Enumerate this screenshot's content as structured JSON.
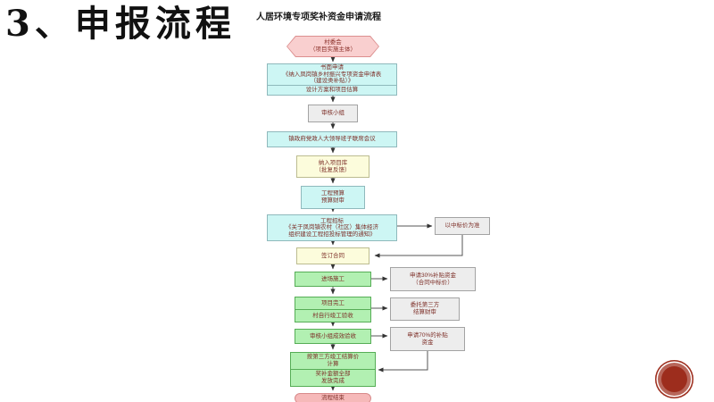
{
  "slide": {
    "heading": "3、申报流程",
    "diagram_title": "人居环境专项奖补资金申请流程"
  },
  "colors": {
    "start_pink": "#f9cfcf",
    "process_cyan": "#cdf6f4",
    "process_green": "#b2f0b2",
    "process_yellow": "#fcfcdc",
    "note_gray": "#ededed",
    "terminator_pink": "#f6b9b9",
    "text_dark_red": "#7d2f28",
    "seal_red": "#9d2d1d"
  },
  "nodes": {
    "village_committee": {
      "l1": "村委会",
      "l2": "（项目实施主体）"
    },
    "written_application": {
      "l1": "书面申请",
      "l2": "《纳入凤岗镇乡村振兴专项资金申请表",
      "l3": "（建设类补贴）》",
      "sub": "设计方案和项目估算"
    },
    "review_group": {
      "label": "审核小组"
    },
    "joint_meeting": {
      "label": "镇政府党政人大领导班子联席会议"
    },
    "project_library": {
      "l1": "纳入项目库",
      "l2": "（批复反馈）"
    },
    "budget_audit": {
      "l1": "工程预算",
      "l2": "预算财审"
    },
    "bidding": {
      "l1": "工程招标",
      "l2": "《关于凤岗镇农村（社区）集体经济",
      "l3": "组织建设工程招投标管理的通知》"
    },
    "bid_price_note": {
      "label": "以中标价为准"
    },
    "sign_contract": {
      "label": "签订合同"
    },
    "construction": {
      "label": "进场施工"
    },
    "apply_30_percent": {
      "l1": "申请30%补贴资金",
      "l2": "（合同中标价）"
    },
    "completion": {
      "l1": "项目完工",
      "l2": "村自行竣工验收"
    },
    "third_party_audit": {
      "l1": "委托第三方",
      "l2": "结算财审"
    },
    "acceptance": {
      "label": "审核小组成效验收"
    },
    "apply_70_percent": {
      "l1": "申请70%的补贴",
      "l2": "资金"
    },
    "final_settlement": {
      "l1": "按第三方竣工结算价",
      "l2": "计算",
      "l3": "奖补金额全部",
      "l4": "发放完成"
    },
    "end_node": {
      "label": "流程结束"
    }
  }
}
